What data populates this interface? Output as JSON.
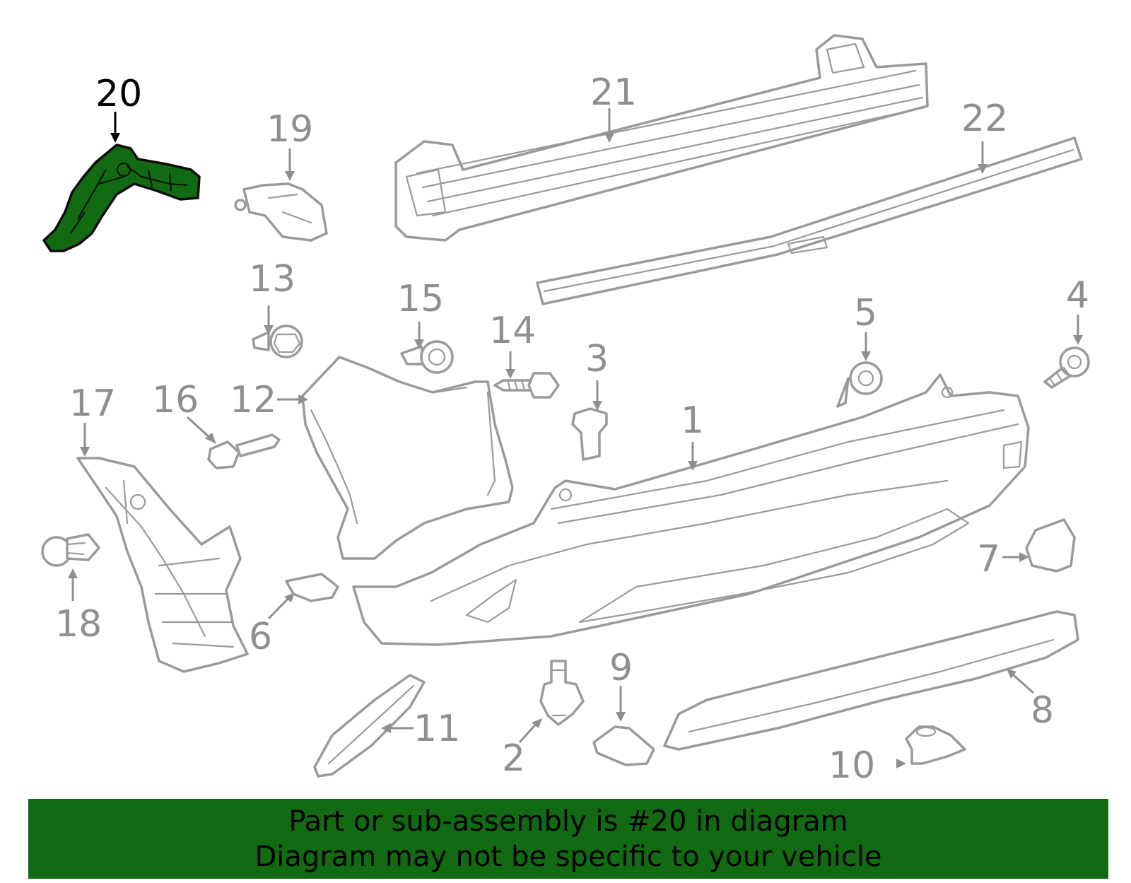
{
  "diagram": {
    "highlighted_part": "20",
    "callouts": [
      "1",
      "2",
      "3",
      "4",
      "5",
      "6",
      "7",
      "8",
      "9",
      "10",
      "11",
      "12",
      "13",
      "14",
      "15",
      "16",
      "17",
      "18",
      "19",
      "20",
      "21",
      "22"
    ]
  },
  "banner": {
    "line1": "Part or sub-assembly is #20 in diagram",
    "line2": "Diagram may not be specific to your vehicle"
  },
  "colors": {
    "highlight": "#126a12",
    "parts_outline": "#9a9a9a",
    "banner_bg": "#126a12"
  }
}
